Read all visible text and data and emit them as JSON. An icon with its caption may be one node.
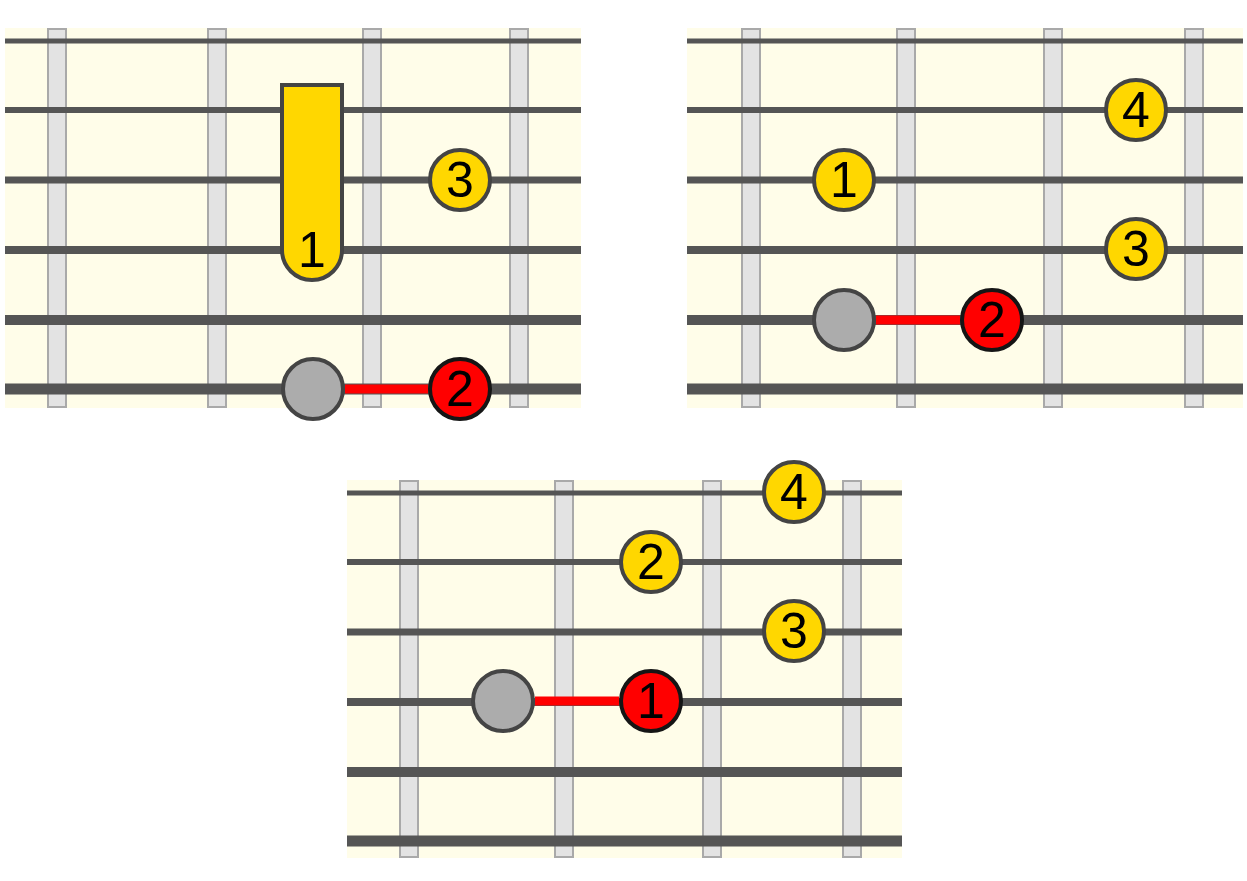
{
  "diagram": {
    "nodes": [
      {
        "text": [
          "1"
        ]
      },
      {
        "text": [
          "3"
        ]
      },
      {
        "text": [],
        "shape": "circle"
      },
      {
        "text": [
          "2"
        ]
      },
      {
        "text": [
          "4"
        ]
      },
      {
        "text": [
          "1"
        ]
      },
      {
        "text": [
          "3"
        ]
      },
      {
        "text": [],
        "shape": "circle"
      },
      {
        "text": [
          "2"
        ]
      },
      {
        "text": [
          "4"
        ]
      },
      {
        "text": [
          "2"
        ]
      },
      {
        "text": [
          "3"
        ]
      },
      {
        "text": [],
        "shape": "circle"
      },
      {
        "text": [
          "1"
        ]
      }
    ],
    "edges": [
      {
        "from": 2,
        "to": 3,
        "arrow": "none"
      },
      {
        "from": 7,
        "to": 8,
        "arrow": "none"
      },
      {
        "from": 12,
        "to": 13,
        "arrow": "none"
      }
    ]
  }
}
